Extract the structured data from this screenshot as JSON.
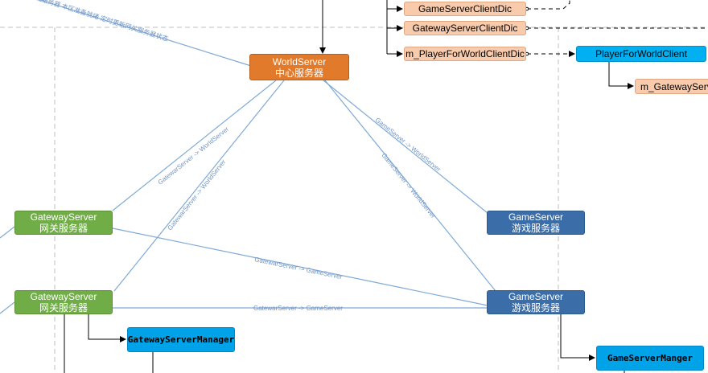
{
  "world": {
    "title": "WorldServer",
    "subtitle": "中心服务器"
  },
  "gateway_top": {
    "title": "GatewayServer",
    "subtitle": "网关服务器"
  },
  "gateway_bottom": {
    "title": "GatewayServer",
    "subtitle": "网关服务器"
  },
  "game_top": {
    "title": "GameServer",
    "subtitle": "游戏服务器"
  },
  "game_bottom": {
    "title": "GameServer",
    "subtitle": "游戏服务器"
  },
  "gateway_manager": "GatewayServerManager",
  "game_manager": "GameServerManger",
  "world_dicts": [
    "GameServerClientDic",
    "GatewayServerClientDic",
    "m_PlayerForWorldClientDic"
  ],
  "player_client": "PlayerForWorldClient",
  "player_gateway": "m_GatewayServ",
  "edge_labels": {
    "top_note": "负载服务器 本区准备就绪 定时更新网关服务器状态",
    "gateway_world_1": "GatewarServer -> WorldServer",
    "gateway_world_2": "GatewarServer -> WorldServer",
    "game_world_1": "GameServer -> WorldServer",
    "game_world_2": "GameServer -> WorldServer",
    "gateway_game_1": "GatewarServer -> GameServer",
    "gateway_game_2": "GatewarServer -> GameServer"
  },
  "colors": {
    "world": "#e27a2c",
    "gateway": "#70ad47",
    "game": "#3b6ea8",
    "manager": "#00a2e8",
    "dict": "#f8cbad",
    "edge": "#7fa9d6"
  }
}
